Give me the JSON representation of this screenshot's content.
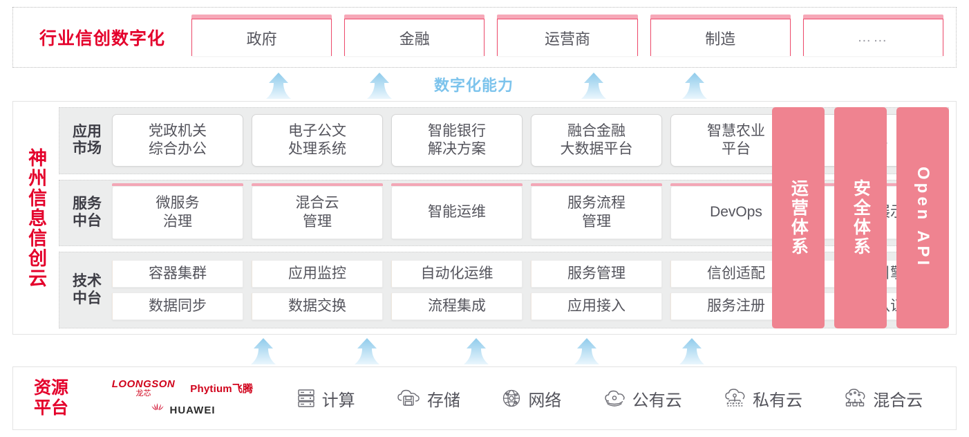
{
  "industry": {
    "title": "行业信创数字化",
    "boxes": [
      {
        "label": "政府"
      },
      {
        "label": "金融"
      },
      {
        "label": "运营商"
      },
      {
        "label": "制造"
      },
      {
        "label": "……",
        "dots": true
      }
    ]
  },
  "capability_band": {
    "label": "数字化能力",
    "arrow_count": 4,
    "arrow_color": "#bfe1f5"
  },
  "lower_band": {
    "arrow_count": 5,
    "arrow_color": "#bfe1f5"
  },
  "cloud": {
    "title": "神州信息信创云",
    "layers": [
      {
        "key": "app",
        "label": "应用\n市场",
        "label_line1": "应用",
        "label_line2": "市场",
        "cells": [
          {
            "line1": "党政机关",
            "line2": "综合办公"
          },
          {
            "line1": "电子公文",
            "line2": "处理系统"
          },
          {
            "line1": "智能银行",
            "line2": "解决方案"
          },
          {
            "line1": "融合金融",
            "line2": "大数据平台"
          },
          {
            "line1": "智慧农业",
            "line2": "平台"
          },
          {
            "line1": "……",
            "line2": "",
            "dots": true
          }
        ]
      },
      {
        "key": "service",
        "label_line1": "服务",
        "label_line2": "中台",
        "cells": [
          {
            "line1": "微服务",
            "line2": "治理"
          },
          {
            "line1": "混合云",
            "line2": "管理"
          },
          {
            "line1": "智能运维",
            "line2": ""
          },
          {
            "line1": "服务流程",
            "line2": "管理"
          },
          {
            "line1": "DevOps",
            "line2": ""
          },
          {
            "line1": "大屏展示",
            "line2": ""
          }
        ]
      },
      {
        "key": "tech",
        "label_line1": "技术",
        "label_line2": "中台",
        "row1": [
          "容器集群",
          "应用监控",
          "自动化运维",
          "服务管理",
          "信创适配",
          "流程引擎"
        ],
        "row2": [
          "数据同步",
          "数据交换",
          "流程集成",
          "应用接入",
          "服务注册",
          "统一认证"
        ]
      }
    ],
    "pillars": [
      {
        "label": "运营体系",
        "color": "#ef8390"
      },
      {
        "label": "安全体系",
        "color": "#ef8390"
      },
      {
        "label": "Open API",
        "color": "#ef8390"
      }
    ]
  },
  "resource": {
    "title_line1": "资源",
    "title_line2": "平台",
    "logos": [
      {
        "name": "loongson",
        "text_top": "LOONGSON",
        "text_bottom": "龙芯"
      },
      {
        "name": "phytium",
        "text": "Phytium飞腾"
      },
      {
        "name": "huawei",
        "text": "HUAWEI"
      }
    ],
    "items": [
      {
        "icon": "server-icon",
        "label": "计算"
      },
      {
        "icon": "cloud-storage-icon",
        "label": "存储"
      },
      {
        "icon": "network-icon",
        "label": "网络"
      },
      {
        "icon": "public-cloud-icon",
        "label": "公有云"
      },
      {
        "icon": "private-cloud-icon",
        "label": "私有云"
      },
      {
        "icon": "hybrid-cloud-icon",
        "label": "混合云"
      }
    ]
  },
  "colors": {
    "brand_red": "#e4002b",
    "pink": "#ef8390",
    "pink_light": "#f6a8b8",
    "arrow_blue": "#bfe1f5",
    "label_blue": "#7cc3ec",
    "panel_gray": "#eceded"
  }
}
